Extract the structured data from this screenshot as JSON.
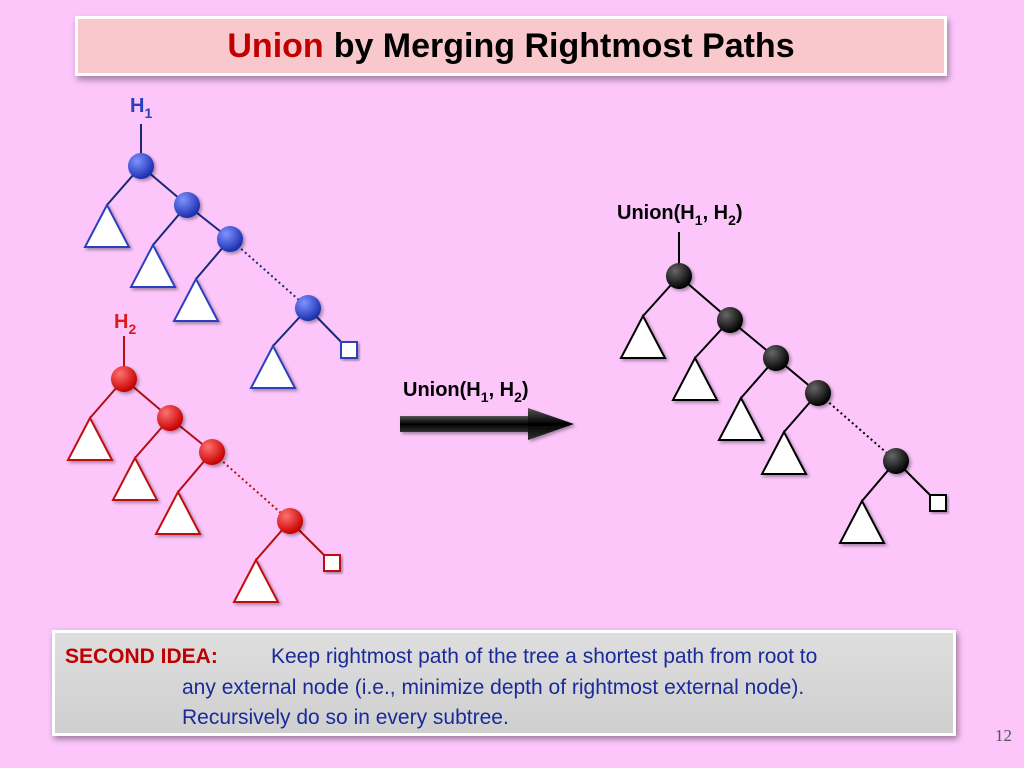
{
  "title": {
    "highlight": "Union",
    "rest": "by Merging Rightmost Paths"
  },
  "trees": {
    "h1": {
      "label": "H",
      "sub": "1",
      "color": "#2a3fc0",
      "edge_color": "#1a2878"
    },
    "h2": {
      "label": "H",
      "sub": "2",
      "color": "#e01818",
      "edge_color": "#b01010"
    },
    "result": {
      "label_prefix": "Union(H",
      "sub1": "1",
      "mid": ", H",
      "sub2": "2",
      "suffix": ")",
      "color": "#000000"
    }
  },
  "arrow": {
    "label_prefix": "Union(H",
    "sub1": "1",
    "mid": ", H",
    "sub2": "2",
    "suffix": ")"
  },
  "idea": {
    "label": "SECOND IDEA:",
    "lines": [
      "Keep rightmost path of the tree a shortest path from root to",
      "any external node (i.e., minimize depth of rightmost external node).",
      "Recursively do so in every subtree."
    ]
  },
  "page_number": "12"
}
